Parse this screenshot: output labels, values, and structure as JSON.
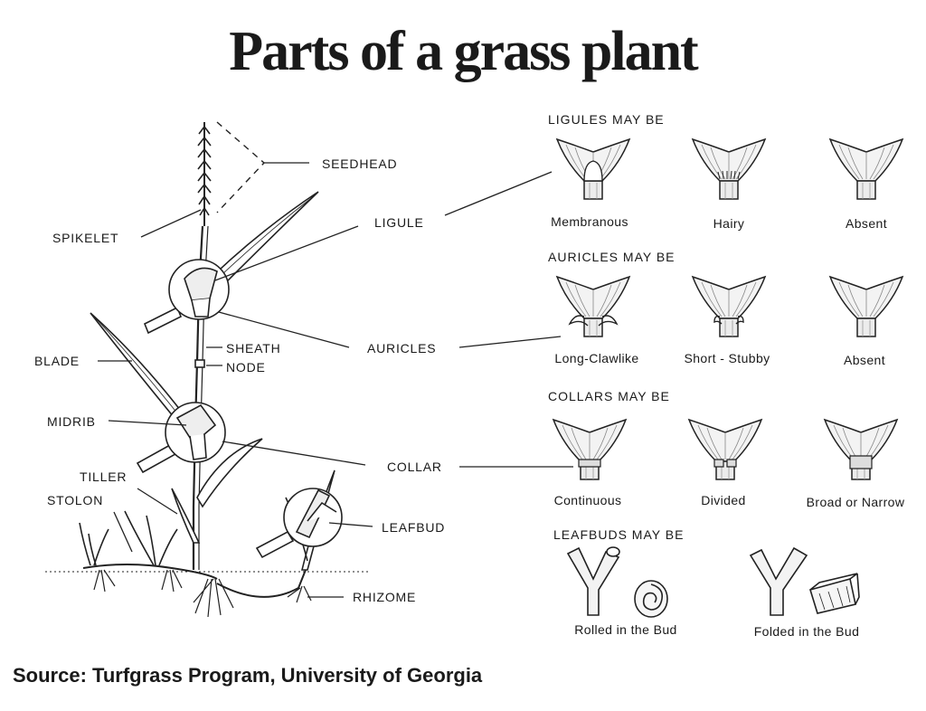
{
  "title": "Parts of a grass plant",
  "source": "Source: Turfgrass Program, University of Georgia",
  "plant_labels": {
    "seedhead": "SEEDHEAD",
    "spikelet": "SPIKELET",
    "ligule": "LIGULE",
    "sheath": "SHEATH",
    "node": "NODE",
    "blade": "BLADE",
    "auricles": "AURICLES",
    "midrib": "MIDRIB",
    "tiller": "TILLER",
    "stolon": "STOLON",
    "collar": "COLLAR",
    "leafbud": "LEAFBUD",
    "rhizome": "RHIZOME"
  },
  "ligules": {
    "heading": "LIGULES MAY BE",
    "types": [
      "Membranous",
      "Hairy",
      "Absent"
    ]
  },
  "auricles": {
    "heading": "AURICLES MAY BE",
    "types": [
      "Long-Clawlike",
      "Short - Stubby",
      "Absent"
    ]
  },
  "collars": {
    "heading": "COLLARS MAY BE",
    "types": [
      "Continuous",
      "Divided",
      "Broad or Narrow"
    ]
  },
  "leafbuds": {
    "heading": "LEAFBUDS MAY BE",
    "types": [
      "Rolled in the Bud",
      "Folded in the Bud"
    ]
  }
}
